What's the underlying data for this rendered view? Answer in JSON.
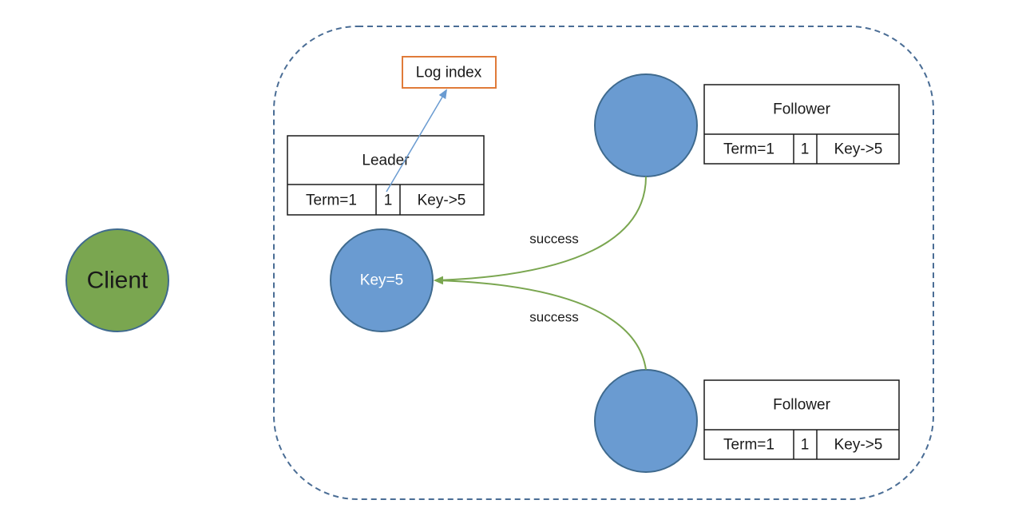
{
  "client": {
    "label": "Client",
    "color": "#7aa650"
  },
  "node_color": "#6a9bd1",
  "leader": {
    "circle_label": "Key=5",
    "title": "Leader",
    "term": "Term=1",
    "index": "1",
    "entry": "Key->5"
  },
  "log_index": {
    "label": "Log index",
    "border_color": "#e07b39"
  },
  "followers": [
    {
      "title": "Follower",
      "term": "Term=1",
      "index": "1",
      "entry": "Key->5"
    },
    {
      "title": "Follower",
      "term": "Term=1",
      "index": "1",
      "entry": "Key->5"
    }
  ],
  "edges": {
    "top_label": "success",
    "bottom_label": "success",
    "color": "#7aa650",
    "pointer_color": "#6a9bd1"
  },
  "cluster_border_color": "#4a6d95"
}
